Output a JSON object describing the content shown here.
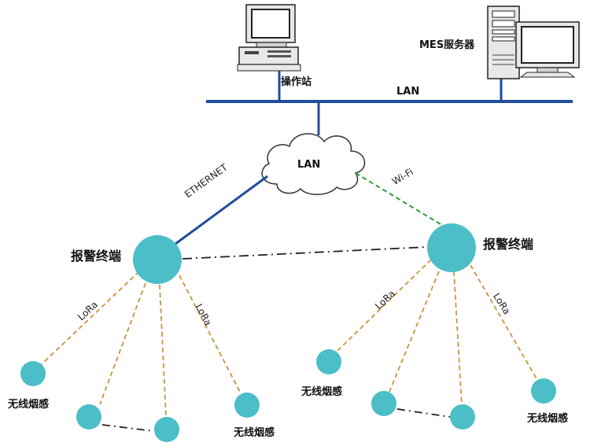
{
  "workstation": {
    "label": "操作站"
  },
  "server": {
    "label": "MES服务器"
  },
  "backbone": {
    "label": "LAN"
  },
  "cloud": {
    "label": "LAN"
  },
  "links": {
    "ethernet": "ETHERNET",
    "wifi": "Wi-Fi",
    "lora_left_1": "LoRa",
    "lora_left_2": "LoRa",
    "lora_right_1": "LoRa",
    "lora_right_2": "LoRa"
  },
  "terminals": {
    "left": "报警终端",
    "right": "报警终端"
  },
  "sensors": {
    "left_a": "无线烟感",
    "left_d": "无线烟感",
    "right_a": "无线烟感",
    "right_d": "无线烟感"
  },
  "colors": {
    "line_blue": "#1f4e9c",
    "wifi_green": "#2e9e3e",
    "lora_orange": "#c8943a",
    "node_teal": "#4bbec8"
  }
}
